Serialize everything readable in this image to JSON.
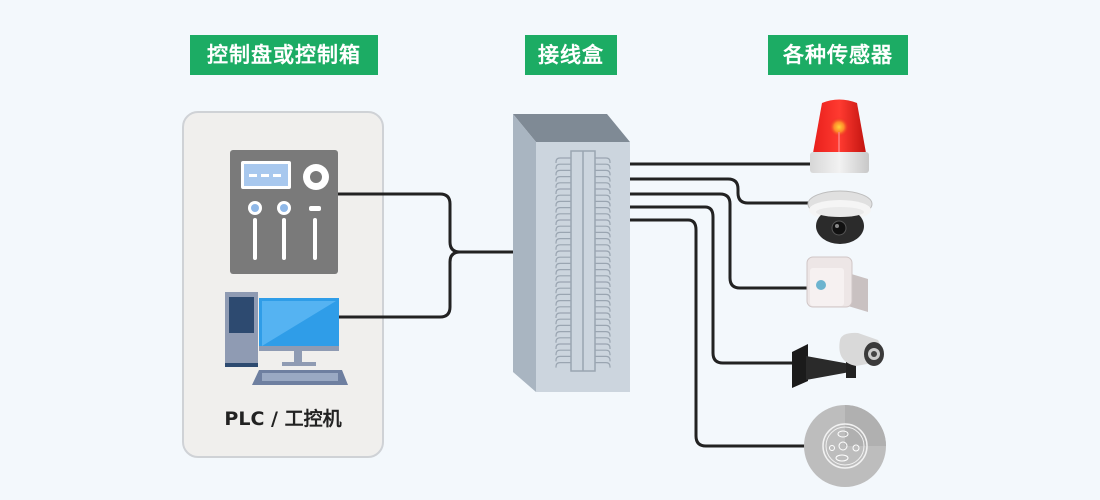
{
  "labels": {
    "controller": "控制盘或控制箱",
    "junction_box": "接线盒",
    "sensors": "各种传感器"
  },
  "controller_panel": {
    "caption": "PLC / 工控机",
    "devices": [
      "control-panel-icon",
      "computer-icon"
    ]
  },
  "sensors": [
    {
      "name": "warning-beacon-icon"
    },
    {
      "name": "dome-camera-icon"
    },
    {
      "name": "detector-box-icon"
    },
    {
      "name": "bullet-camera-icon"
    },
    {
      "name": "round-sensor-icon"
    }
  ],
  "colors": {
    "label_green": "#1cac64",
    "wire": "#222222",
    "background": "#f3f8fc"
  }
}
